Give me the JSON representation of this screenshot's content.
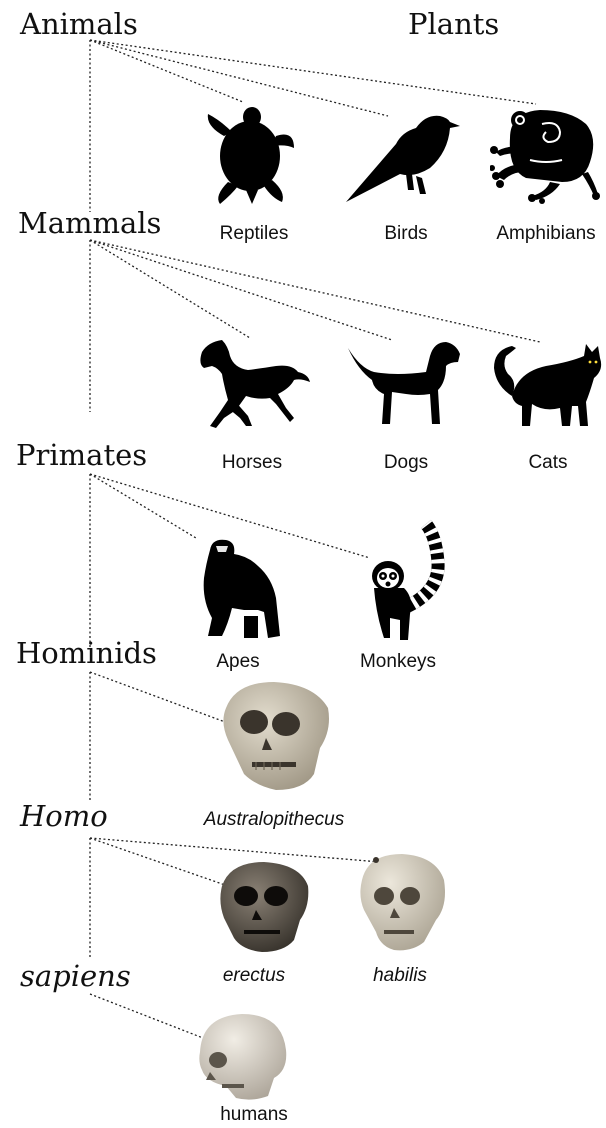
{
  "ranks": {
    "animals": "Animals",
    "plants": "Plants",
    "mammals": "Mammals",
    "primates": "Primates",
    "hominids": "Hominids",
    "homo": "Homo",
    "sapiens": "sapiens"
  },
  "labels": {
    "reptiles": "Reptiles",
    "birds": "Birds",
    "amphibians": "Amphibians",
    "horses": "Horses",
    "dogs": "Dogs",
    "cats": "Cats",
    "apes": "Apes",
    "monkeys": "Monkeys",
    "australopithecus": "Australopithecus",
    "erectus": "erectus",
    "habilis": "habilis",
    "humans": "humans"
  },
  "colors": {
    "text": "#111111",
    "silhouette": "#000000",
    "skull_light": "#d9d2c3",
    "skull_dark": "#4a443b"
  },
  "icons": [
    "turtle-icon",
    "bird-icon",
    "frog-icon",
    "horse-icon",
    "dog-icon",
    "cat-icon",
    "gorilla-icon",
    "lemur-icon",
    "australopithecus-skull",
    "erectus-skull",
    "habilis-skull",
    "human-skull"
  ]
}
